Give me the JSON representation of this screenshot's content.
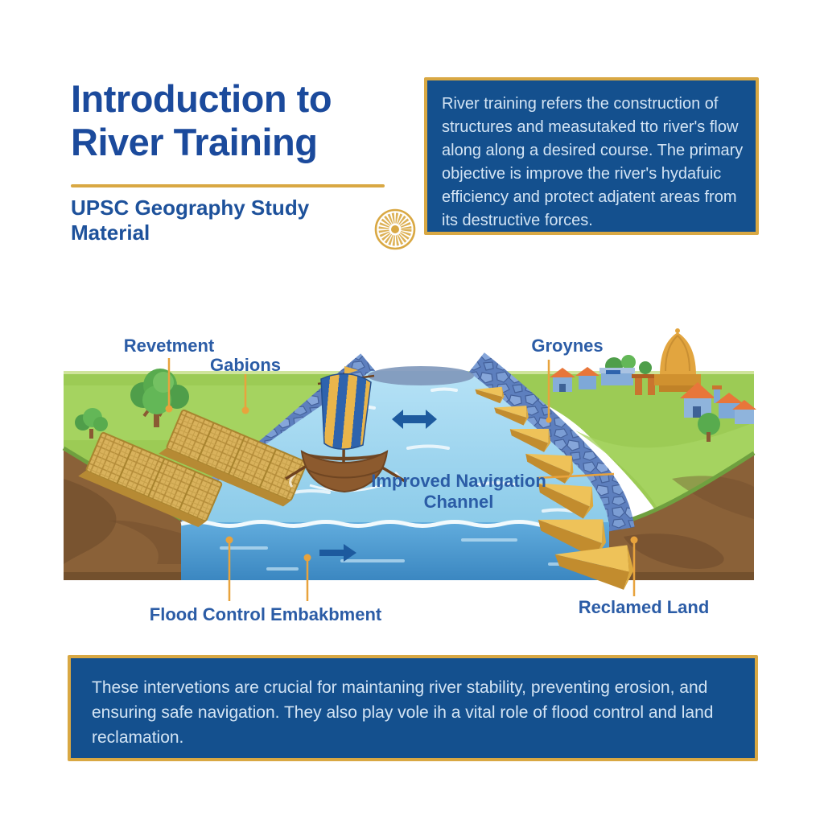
{
  "header": {
    "title_line1": "Introduction to",
    "title_line2": "River Training",
    "subtitle": "UPSC Geography Study Material",
    "emblem_icon": "ashoka-chakra-icon",
    "intro_text": "River training refers the construction of structures and measutaked tto river's flow along along a desired course. The primary objective is improve the river's hydafuic efficiency and protect adjatent areas from its destructive forces."
  },
  "diagram": {
    "labels": {
      "revetment": "Revetment",
      "gabions": "Gabions",
      "groynes": "Groynes",
      "navigation_line1": "Improved Navigation",
      "navigation_line2": "Channel",
      "flood_embankment": "Flood Control Embakbment",
      "reclaimed_land": "Reclamed Land"
    },
    "elements": [
      "sailboat",
      "flow-arrows",
      "gabion-mattresses",
      "groyne-wedges",
      "stone-revetment",
      "village",
      "temple",
      "trees",
      "earth-cross-section"
    ]
  },
  "footer": {
    "summary_text": "These intervetions are crucial for maintaning river stability, preventing erosion, and ensuring safe navigation. They also play vole ih a vital role of flood control and land reclamation."
  },
  "colors": {
    "title_blue": "#1b4a9c",
    "panel_blue": "#14508e",
    "gold": "#d9a843",
    "label_blue": "#2b5ca6",
    "leader_orange": "#e8a33d",
    "water": "#a7daf2",
    "grass": "#9ccb55",
    "earth": "#8a6138",
    "stone": "#6488c8",
    "arrow_blue": "#1d5a9e"
  }
}
